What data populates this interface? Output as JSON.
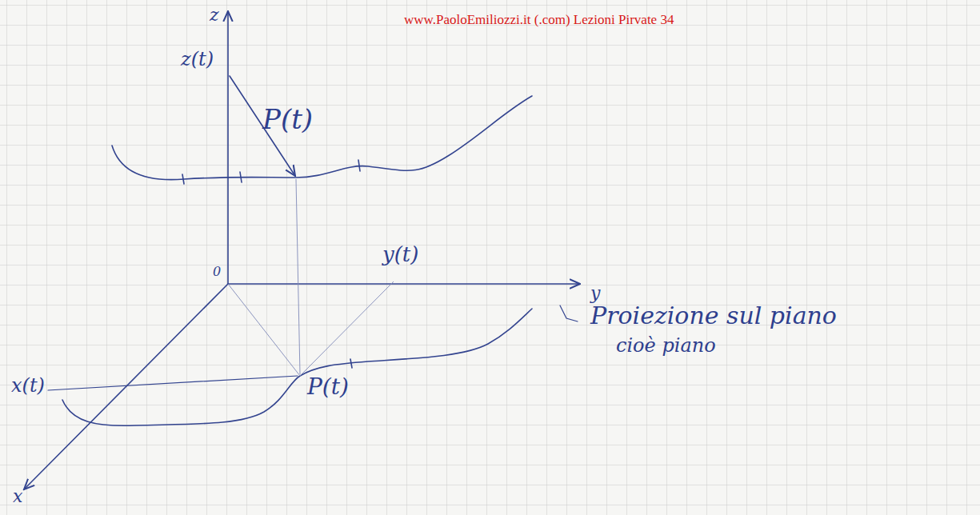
{
  "diagram": {
    "labels": [
      "z",
      "z(t)",
      "www.PaoloEmiliozzi.it (.com)   Lezioni Pirvate 34",
      "P(t)",
      "0",
      "y(t)",
      "y",
      "x(t)",
      "P(t)",
      "x",
      "Proiezione sul piano",
      "cioè piano"
    ]
  }
}
